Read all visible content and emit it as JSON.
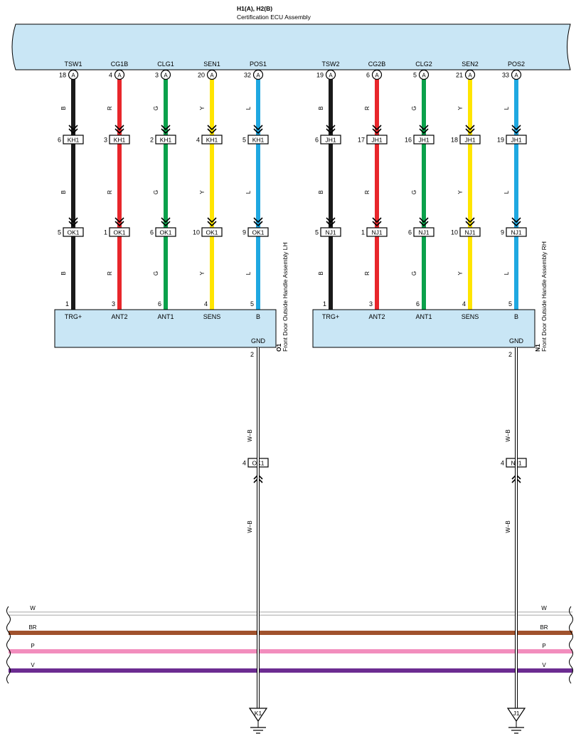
{
  "ecu": {
    "code": "H1(A), H2(B)",
    "name": "Certification ECU Assembly",
    "connector_letter": "A"
  },
  "colors": {
    "B": "#1a1a1a",
    "R": "#e8262b",
    "G": "#0aa14b",
    "Y": "#ffe500",
    "L": "#1fa8e1",
    "W": "#ffffff",
    "BR": "#a0522d",
    "P": "#f28dbd",
    "V": "#6c2c91",
    "component_fill": "#c9e6f5"
  },
  "left": {
    "component_code": "O1",
    "component_name": "Front Door Outside Handle Assembly LH",
    "mid_connector": "KH1",
    "low_connector": "OK1",
    "gnd_label": "GND",
    "gnd_pin": "2",
    "gnd_wire": "W–B",
    "gnd_conn_pin": "4",
    "gnd_conn": "OK1",
    "ground_point": "K1",
    "wires": [
      {
        "sig": "TSW1",
        "ecu_pin": "18",
        "color": "B",
        "p1": "6",
        "p2": "5",
        "p3": "1",
        "term": "TRG+"
      },
      {
        "sig": "CG1B",
        "ecu_pin": "4",
        "color": "R",
        "p1": "3",
        "p2": "1",
        "p3": "3",
        "term": "ANT2"
      },
      {
        "sig": "CLG1",
        "ecu_pin": "3",
        "color": "G",
        "p1": "2",
        "p2": "6",
        "p3": "6",
        "term": "ANT1"
      },
      {
        "sig": "SEN1",
        "ecu_pin": "20",
        "color": "Y",
        "p1": "4",
        "p2": "10",
        "p3": "4",
        "term": "SENS"
      },
      {
        "sig": "POS1",
        "ecu_pin": "32",
        "color": "L",
        "p1": "5",
        "p2": "9",
        "p3": "5",
        "term": "B"
      }
    ]
  },
  "right": {
    "component_code": "N1",
    "component_name": "Front Door Outside Handle Assembly RH",
    "mid_connector": "JH1",
    "low_connector": "NJ1",
    "gnd_label": "GND",
    "gnd_pin": "2",
    "gnd_wire": "W–B",
    "gnd_conn_pin": "4",
    "gnd_conn": "NJ1",
    "ground_point": "J1",
    "wires": [
      {
        "sig": "TSW2",
        "ecu_pin": "19",
        "color": "B",
        "p1": "6",
        "p2": "5",
        "p3": "1",
        "term": "TRG+"
      },
      {
        "sig": "CG2B",
        "ecu_pin": "6",
        "color": "R",
        "p1": "17",
        "p2": "1",
        "p3": "3",
        "term": "ANT2"
      },
      {
        "sig": "CLG2",
        "ecu_pin": "5",
        "color": "G",
        "p1": "16",
        "p2": "6",
        "p3": "6",
        "term": "ANT1"
      },
      {
        "sig": "SEN2",
        "ecu_pin": "21",
        "color": "Y",
        "p1": "18",
        "p2": "10",
        "p3": "4",
        "term": "SENS"
      },
      {
        "sig": "POS2",
        "ecu_pin": "33",
        "color": "L",
        "p1": "19",
        "p2": "9",
        "p3": "5",
        "term": "B"
      }
    ]
  },
  "buses": [
    {
      "label": "W",
      "color": "W"
    },
    {
      "label": "BR",
      "color": "BR"
    },
    {
      "label": "P",
      "color": "P"
    },
    {
      "label": "V",
      "color": "V"
    }
  ]
}
